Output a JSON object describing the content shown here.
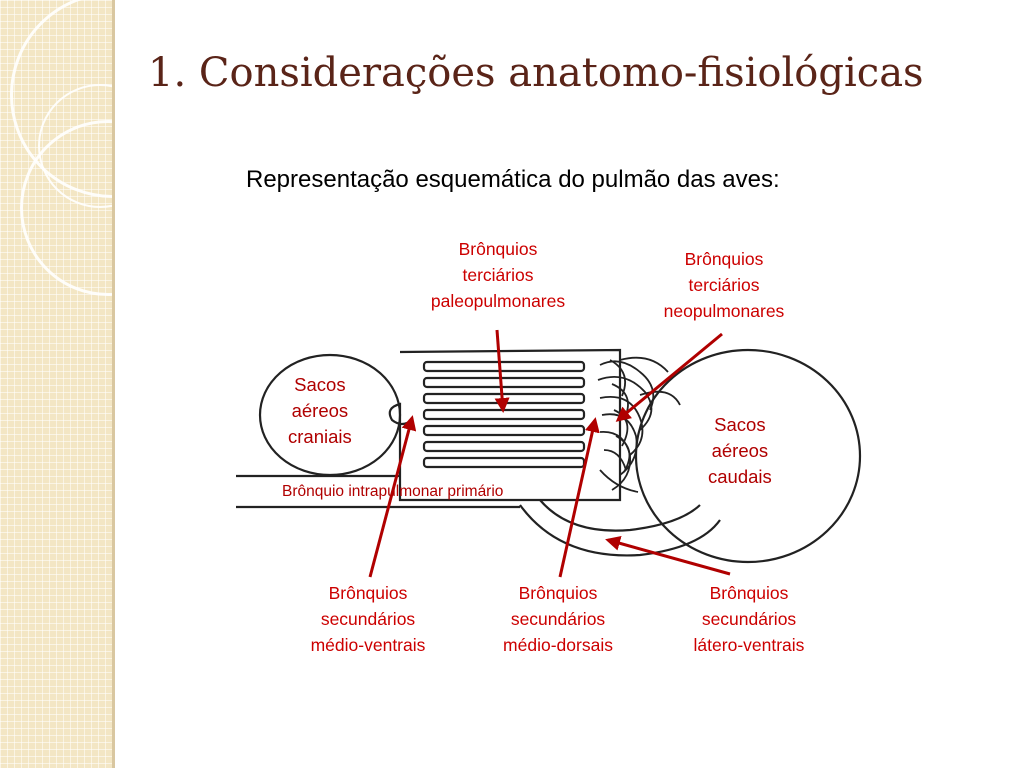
{
  "title": "1. Considerações anatomo-fisiológicas",
  "subtitle": "Representação esquemática do pulmão das aves:",
  "labels": {
    "sacos_craniais": [
      "Sacos",
      "aéreos",
      "craniais"
    ],
    "sacos_caudais": [
      "Sacos",
      "aéreos",
      "caudais"
    ],
    "bronquio_primario": "Brônquio intrapulmonar primário",
    "terciarios_paleo": [
      "Brônquios",
      "terciários",
      "paleopulmonares"
    ],
    "terciarios_neo": [
      "Brônquios",
      "terciários",
      "neopulmonares"
    ],
    "sec_medio_ventrais": [
      "Brônquios",
      "secundários",
      "médio-ventrais"
    ],
    "sec_medio_dorsais": [
      "Brônquios",
      "secundários",
      "médio-dorsais"
    ],
    "sec_latero_ventrais": [
      "Brônquios",
      "secundários",
      "látero-ventrais"
    ]
  },
  "colors": {
    "title": "#5a2418",
    "label_red": "#cc0000",
    "arrow": "#b00000",
    "diagram_stroke": "#222222"
  }
}
